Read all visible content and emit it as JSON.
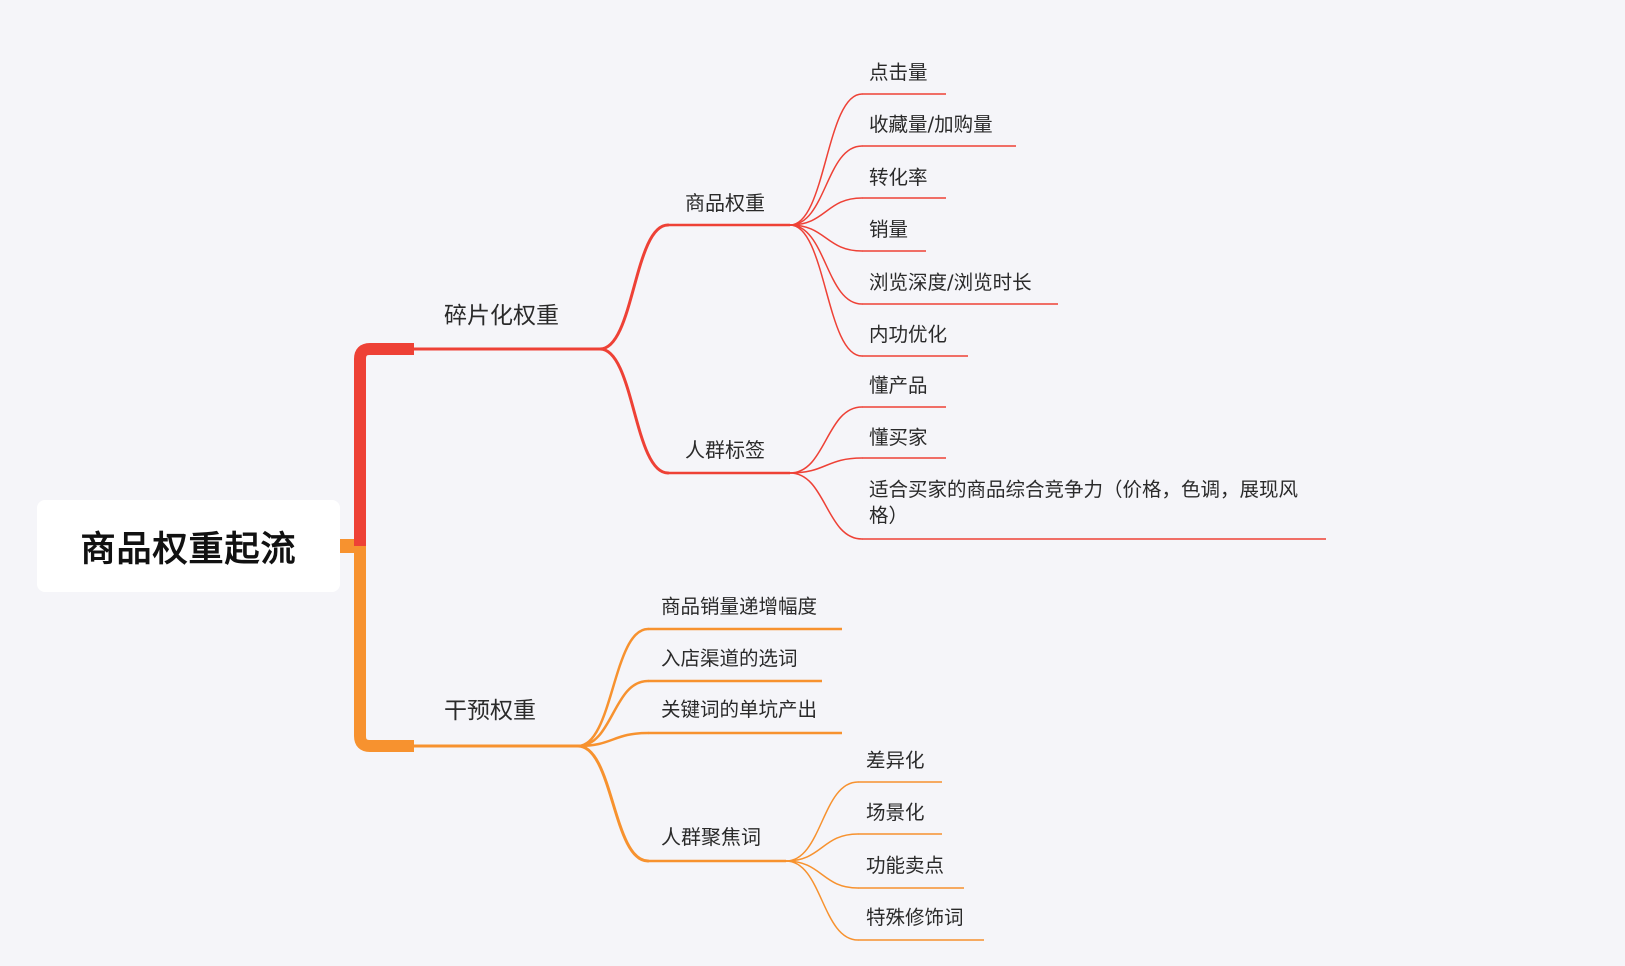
{
  "root": {
    "label": "商品权重起流"
  },
  "colors": {
    "branch1": "#ee4136",
    "branch2": "#f7922f",
    "background": "#f5f5f9"
  },
  "branches": [
    {
      "label": "碎片化权重",
      "children": [
        {
          "label": "商品权重",
          "children": [
            {
              "label": "点击量"
            },
            {
              "label": "收藏量/加购量"
            },
            {
              "label": "转化率"
            },
            {
              "label": "销量"
            },
            {
              "label": "浏览深度/浏览时长"
            },
            {
              "label": "内功优化"
            }
          ]
        },
        {
          "label": "人群标签",
          "children": [
            {
              "label": "懂产品"
            },
            {
              "label": "懂买家"
            },
            {
              "label": "适合买家的商品综合竞争力（价格，色调，展现风格）"
            }
          ]
        }
      ]
    },
    {
      "label": "干预权重",
      "children": [
        {
          "label": "商品销量递增幅度"
        },
        {
          "label": "入店渠道的选词"
        },
        {
          "label": "关键词的单坑产出"
        },
        {
          "label": "人群聚焦词",
          "children": [
            {
              "label": "差异化"
            },
            {
              "label": "场景化"
            },
            {
              "label": "功能卖点"
            },
            {
              "label": "特殊修饰词"
            }
          ]
        }
      ]
    }
  ]
}
